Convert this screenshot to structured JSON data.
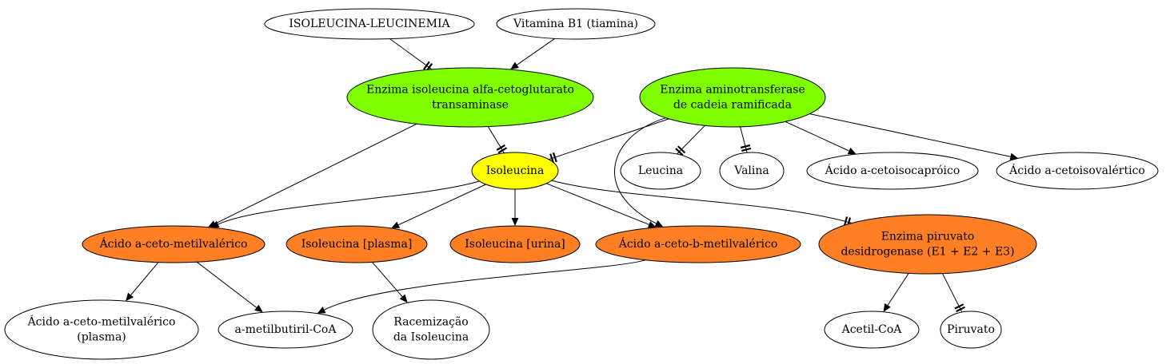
{
  "colors": {
    "green": "#7fff00",
    "yellow": "#ffff00",
    "orange": "#ff7f24",
    "white": "#ffffff",
    "stroke": "#000000"
  },
  "nodes": {
    "isoleucina_leucinemia": {
      "lines": [
        "ISOLEUCINA-LEUCINEMIA"
      ]
    },
    "vitamina_b1": {
      "lines": [
        "Vitamina B1 (tiamina)"
      ]
    },
    "enzima_transaminase": {
      "lines": [
        "Enzima isoleucina alfa-cetoglutarato",
        "transaminase"
      ]
    },
    "enzima_aminotransferase": {
      "lines": [
        "Enzima aminotransferase",
        "de cadeia ramificada"
      ]
    },
    "isoleucina": {
      "lines": [
        "Isoleucina"
      ]
    },
    "leucina": {
      "lines": [
        "Leucina"
      ]
    },
    "valina": {
      "lines": [
        "Valina"
      ]
    },
    "acido_cetoisocaproico": {
      "lines": [
        "Ácido a-cetoisocapróico"
      ]
    },
    "acido_cetoisovalertico": {
      "lines": [
        "Ácido a-cetoisovalértico"
      ]
    },
    "acido_ceto_metilvalerico": {
      "lines": [
        "Ácido a-ceto-metilvalérico"
      ]
    },
    "isoleucina_plasma": {
      "lines": [
        "Isoleucina [plasma]"
      ]
    },
    "isoleucina_urina": {
      "lines": [
        "Isoleucina [urina]"
      ]
    },
    "acido_ceto_b_metilvalerico": {
      "lines": [
        "Ácido a-ceto-b-metilvalérico"
      ]
    },
    "enzima_piruvato": {
      "lines": [
        "Enzima piruvato",
        "desidrogenase (E1 + E2 + E3)"
      ]
    },
    "acido_ceto_metilvalerico_plasma": {
      "lines": [
        "Ácido a-ceto-metilvalérico",
        "(plasma)"
      ]
    },
    "metilbutiril_coa": {
      "lines": [
        "a-metilbutiril-CoA"
      ]
    },
    "racemizacao": {
      "lines": [
        "Racemização",
        "da Isoleucina"
      ]
    },
    "acetil_coa": {
      "lines": [
        "Acetil-CoA"
      ]
    },
    "piruvato": {
      "lines": [
        "Piruvato"
      ]
    }
  },
  "edges": [
    {
      "from": "isoleucina_leucinemia",
      "to": "enzima_transaminase",
      "head": "tee"
    },
    {
      "from": "vitamina_b1",
      "to": "enzima_transaminase",
      "head": "arrow"
    },
    {
      "from": "enzima_transaminase",
      "to": "isoleucina",
      "head": "tee"
    },
    {
      "from": "enzima_transaminase",
      "to": "acido_ceto_metilvalerico",
      "head": "arrow"
    },
    {
      "from": "enzima_aminotransferase",
      "to": "isoleucina",
      "head": "tee"
    },
    {
      "from": "enzima_aminotransferase",
      "to": "leucina",
      "head": "tee"
    },
    {
      "from": "enzima_aminotransferase",
      "to": "valina",
      "head": "tee"
    },
    {
      "from": "enzima_aminotransferase",
      "to": "acido_cetoisocaproico",
      "head": "arrow"
    },
    {
      "from": "enzima_aminotransferase",
      "to": "acido_cetoisovalertico",
      "head": "arrow"
    },
    {
      "from": "enzima_aminotransferase",
      "to": "acido_ceto_b_metilvalerico",
      "head": "arrow"
    },
    {
      "from": "isoleucina",
      "to": "acido_ceto_metilvalerico",
      "head": "arrow"
    },
    {
      "from": "isoleucina",
      "to": "isoleucina_plasma",
      "head": "arrow"
    },
    {
      "from": "isoleucina",
      "to": "isoleucina_urina",
      "head": "arrow"
    },
    {
      "from": "isoleucina",
      "to": "acido_ceto_b_metilvalerico",
      "head": "arrow"
    },
    {
      "from": "isoleucina",
      "to": "enzima_piruvato",
      "head": "tee"
    },
    {
      "from": "acido_ceto_metilvalerico",
      "to": "acido_ceto_metilvalerico_plasma",
      "head": "arrow"
    },
    {
      "from": "acido_ceto_metilvalerico",
      "to": "metilbutiril_coa",
      "head": "arrow"
    },
    {
      "from": "isoleucina_plasma",
      "to": "racemizacao",
      "head": "arrow"
    },
    {
      "from": "acido_ceto_b_metilvalerico",
      "to": "metilbutiril_coa",
      "head": "arrow"
    },
    {
      "from": "enzima_piruvato",
      "to": "acetil_coa",
      "head": "arrow"
    },
    {
      "from": "enzima_piruvato",
      "to": "piruvato",
      "head": "tee"
    }
  ]
}
